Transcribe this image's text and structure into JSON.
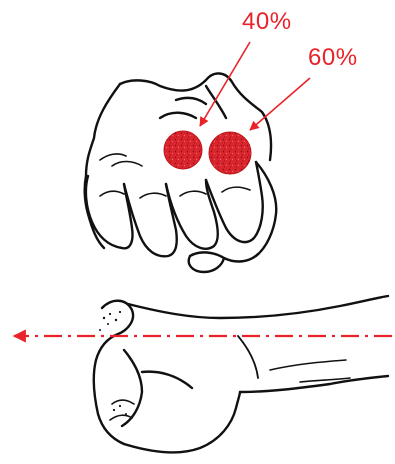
{
  "annotations": {
    "left_knuckle_percent": "40%",
    "right_knuckle_percent": "60%"
  },
  "colors": {
    "accent_red": "#e8232a",
    "knuckle_fill": "#d9252d",
    "ink": "#111111",
    "background": "#ffffff"
  },
  "illustrations": {
    "top": "fist-front-view",
    "bottom": "fist-side-view-with-punch-direction-arrow"
  }
}
